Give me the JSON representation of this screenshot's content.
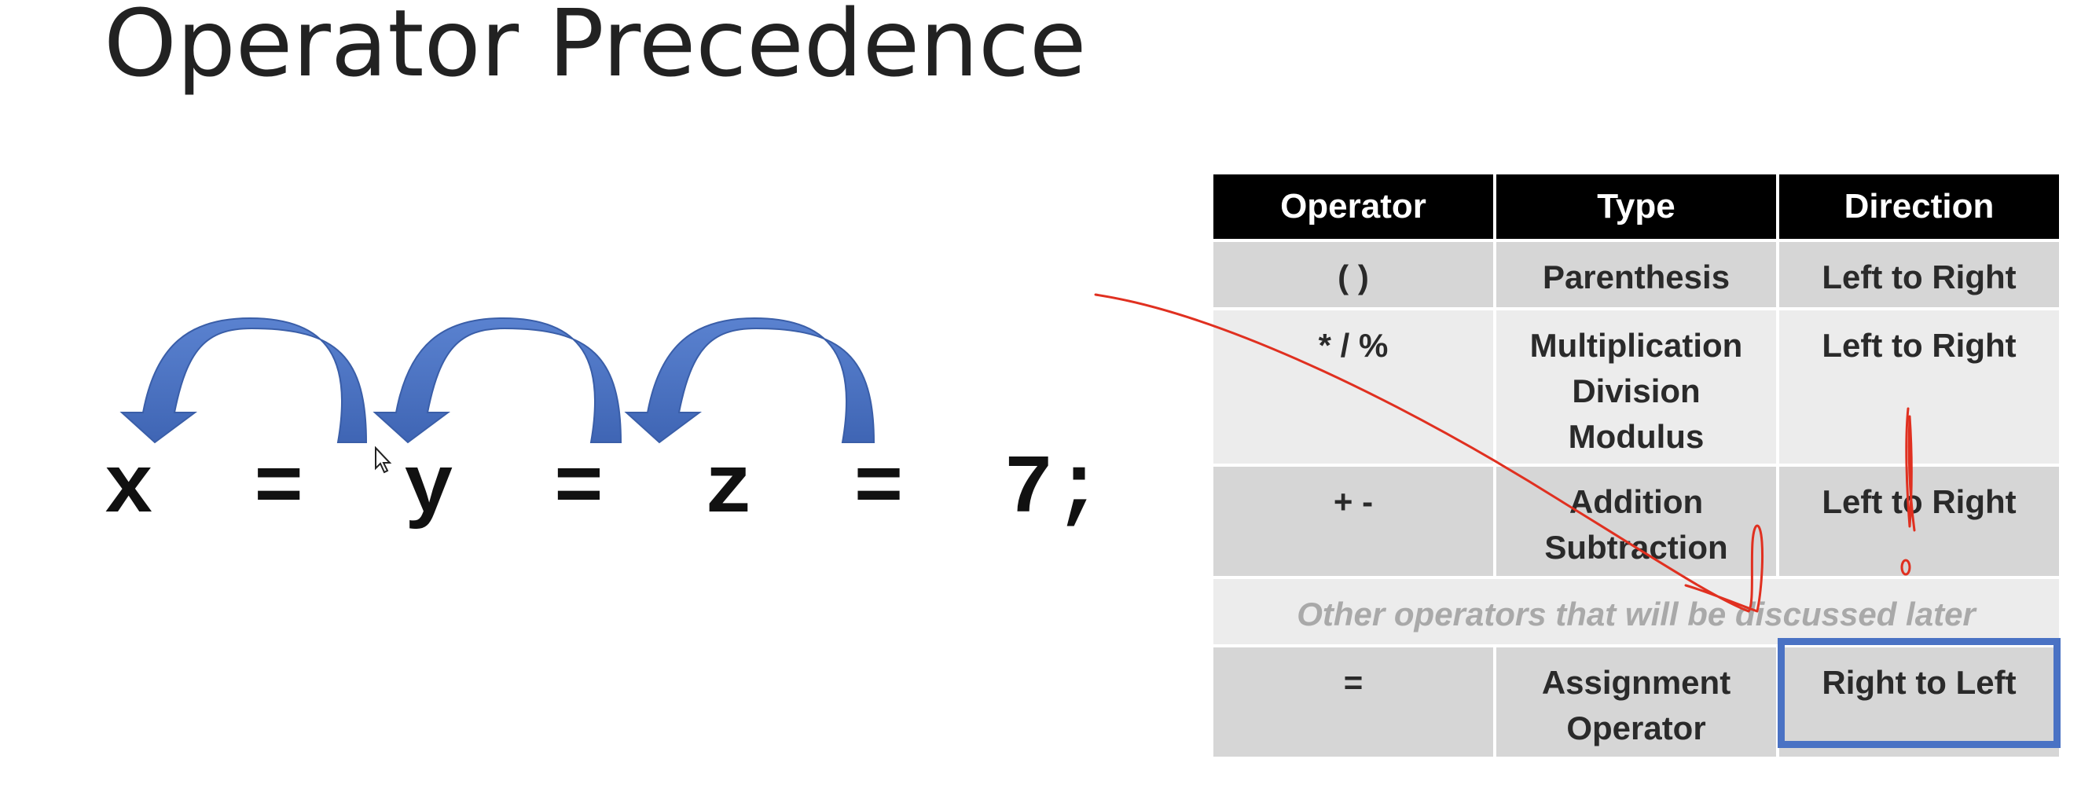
{
  "slide": {
    "title": "Operator Precedence",
    "code": {
      "tokens": [
        "x",
        "=",
        "y",
        "=",
        "z",
        "=",
        "7;"
      ]
    },
    "table": {
      "headers": [
        "Operator",
        "Type",
        "Direction"
      ],
      "rows": [
        {
          "operator": "( )",
          "type_lines": [
            "Parenthesis"
          ],
          "direction": "Left to Right"
        },
        {
          "operator": "* / %",
          "type_lines": [
            "Multiplication",
            "Division",
            "Modulus"
          ],
          "direction": "Left to Right"
        },
        {
          "operator": "+ -",
          "type_lines": [
            "Addition",
            "Subtraction"
          ],
          "direction": "Left to Right"
        },
        {
          "note": "Other operators that will be discussed later"
        },
        {
          "operator": "=",
          "type_lines": [
            "Assignment",
            "Operator"
          ],
          "direction": "Right to Left"
        }
      ]
    },
    "colors": {
      "arrow": "#4a72c4",
      "header_bg": "#000000",
      "row_dark": "#d6d6d6",
      "row_light": "#ececec",
      "highlight_border": "#4a72c4",
      "annotation_ink": "#e03020"
    }
  }
}
